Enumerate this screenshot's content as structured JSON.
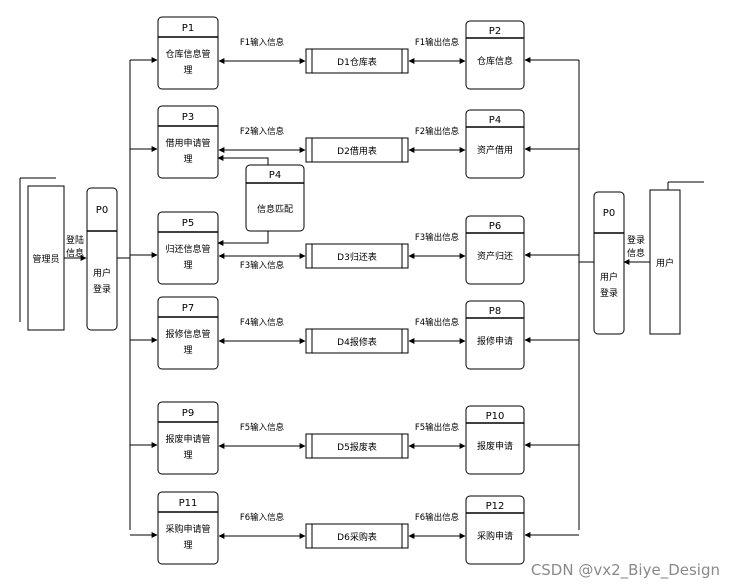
{
  "actors": {
    "admin": "管理员",
    "user": "用户"
  },
  "login": {
    "left": {
      "id": "P0",
      "line1": "用户",
      "line2": "登录",
      "flow_line1": "登陆",
      "flow_line2": "信息"
    },
    "right": {
      "id": "P0",
      "line1": "用户",
      "line2": "登录",
      "flow_line1": "登录",
      "flow_line2": "信息"
    }
  },
  "left_processes": [
    {
      "id": "P1",
      "line1": "仓库信息管",
      "line2": "理"
    },
    {
      "id": "P3",
      "line1": "借用申请管",
      "line2": "理"
    },
    {
      "id": "P5",
      "line1": "归还信息管",
      "line2": "理"
    },
    {
      "id": "P7",
      "line1": "报修信息管",
      "line2": "理"
    },
    {
      "id": "P9",
      "line1": "报废申请管",
      "line2": "理"
    },
    {
      "id": "P11",
      "line1": "采购申请管",
      "line2": "理"
    }
  ],
  "right_processes": [
    {
      "id": "P2",
      "label": "仓库信息"
    },
    {
      "id": "P4",
      "label": "资产借用"
    },
    {
      "id": "P6",
      "label": "资产归还"
    },
    {
      "id": "P8",
      "label": "报修申请"
    },
    {
      "id": "P10",
      "label": "报废申请"
    },
    {
      "id": "P12",
      "label": "采购申请"
    }
  ],
  "match_process": {
    "id": "P4",
    "label": "信息匹配"
  },
  "data_stores": [
    "D1仓库表",
    "D2借用表",
    "D3归还表",
    "D4报修表",
    "D5报废表",
    "D6采购表"
  ],
  "input_flows": [
    "F1输入信息",
    "F2输入信息",
    "F3输入信息",
    "F4输入信息",
    "F5输入信息",
    "F6输入信息"
  ],
  "output_flows": [
    "F1输出信息",
    "F2输出信息",
    "F3输出信息",
    "F4输出信息",
    "F5输出信息",
    "F6输出信息"
  ],
  "watermark": "CSDN @vx2_Biye_Design"
}
